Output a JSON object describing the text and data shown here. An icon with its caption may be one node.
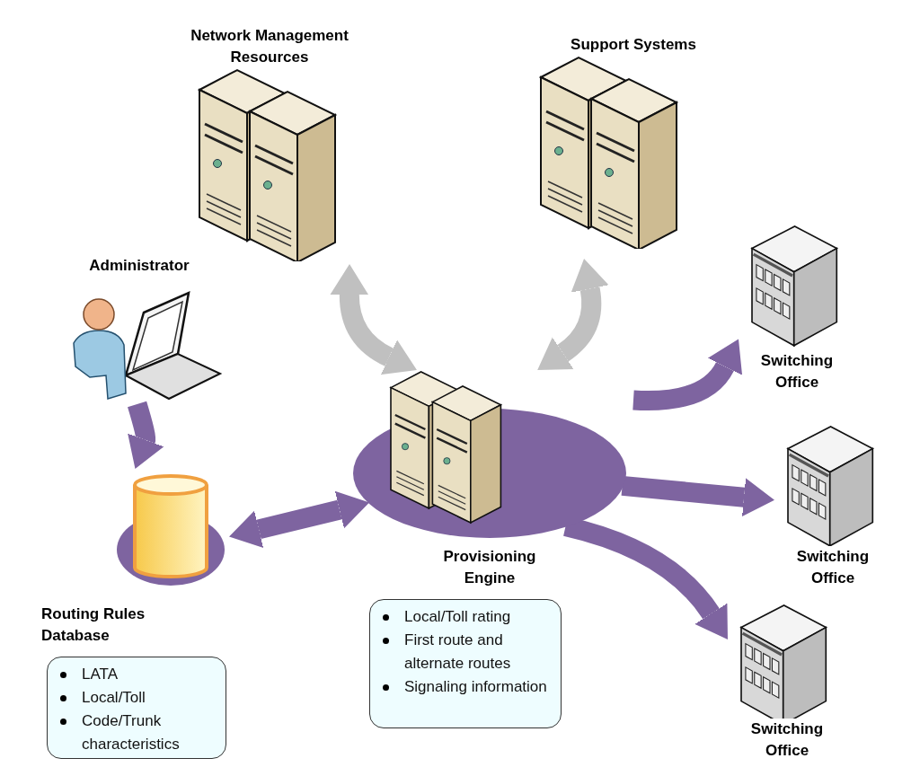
{
  "diagram": {
    "nodes": [
      {
        "text": [
          "Network Management Resources"
        ]
      },
      {
        "text": [
          "Support Systems"
        ]
      },
      {
        "text": [
          "Administrator"
        ]
      },
      {
        "text": [
          "Routing Rules Database"
        ]
      },
      {
        "text": [
          "LATA",
          "Local/Toll",
          "Code/Trunk characteristics"
        ]
      },
      {
        "text": [
          "Provisioning Engine"
        ]
      },
      {
        "text": [
          "Local/Toll rating",
          "First route and alternate routes",
          "Signaling information"
        ]
      },
      {
        "text": [
          "Switching Office"
        ]
      },
      {
        "text": [
          "Switching Office"
        ]
      },
      {
        "text": [
          "Switching Office"
        ]
      }
    ],
    "edges": [
      {
        "from": 0,
        "to": 5,
        "arrow": "both",
        "color": "#c0c0c0"
      },
      {
        "from": 1,
        "to": 5,
        "arrow": "both",
        "color": "#c0c0c0"
      },
      {
        "from": 2,
        "to": 3,
        "arrow": "to"
      },
      {
        "from": 3,
        "to": 5,
        "arrow": "both"
      },
      {
        "from": 5,
        "to": 7,
        "arrow": "to"
      },
      {
        "from": 5,
        "to": 8,
        "arrow": "to"
      },
      {
        "from": 5,
        "to": 9,
        "arrow": "to"
      }
    ]
  }
}
